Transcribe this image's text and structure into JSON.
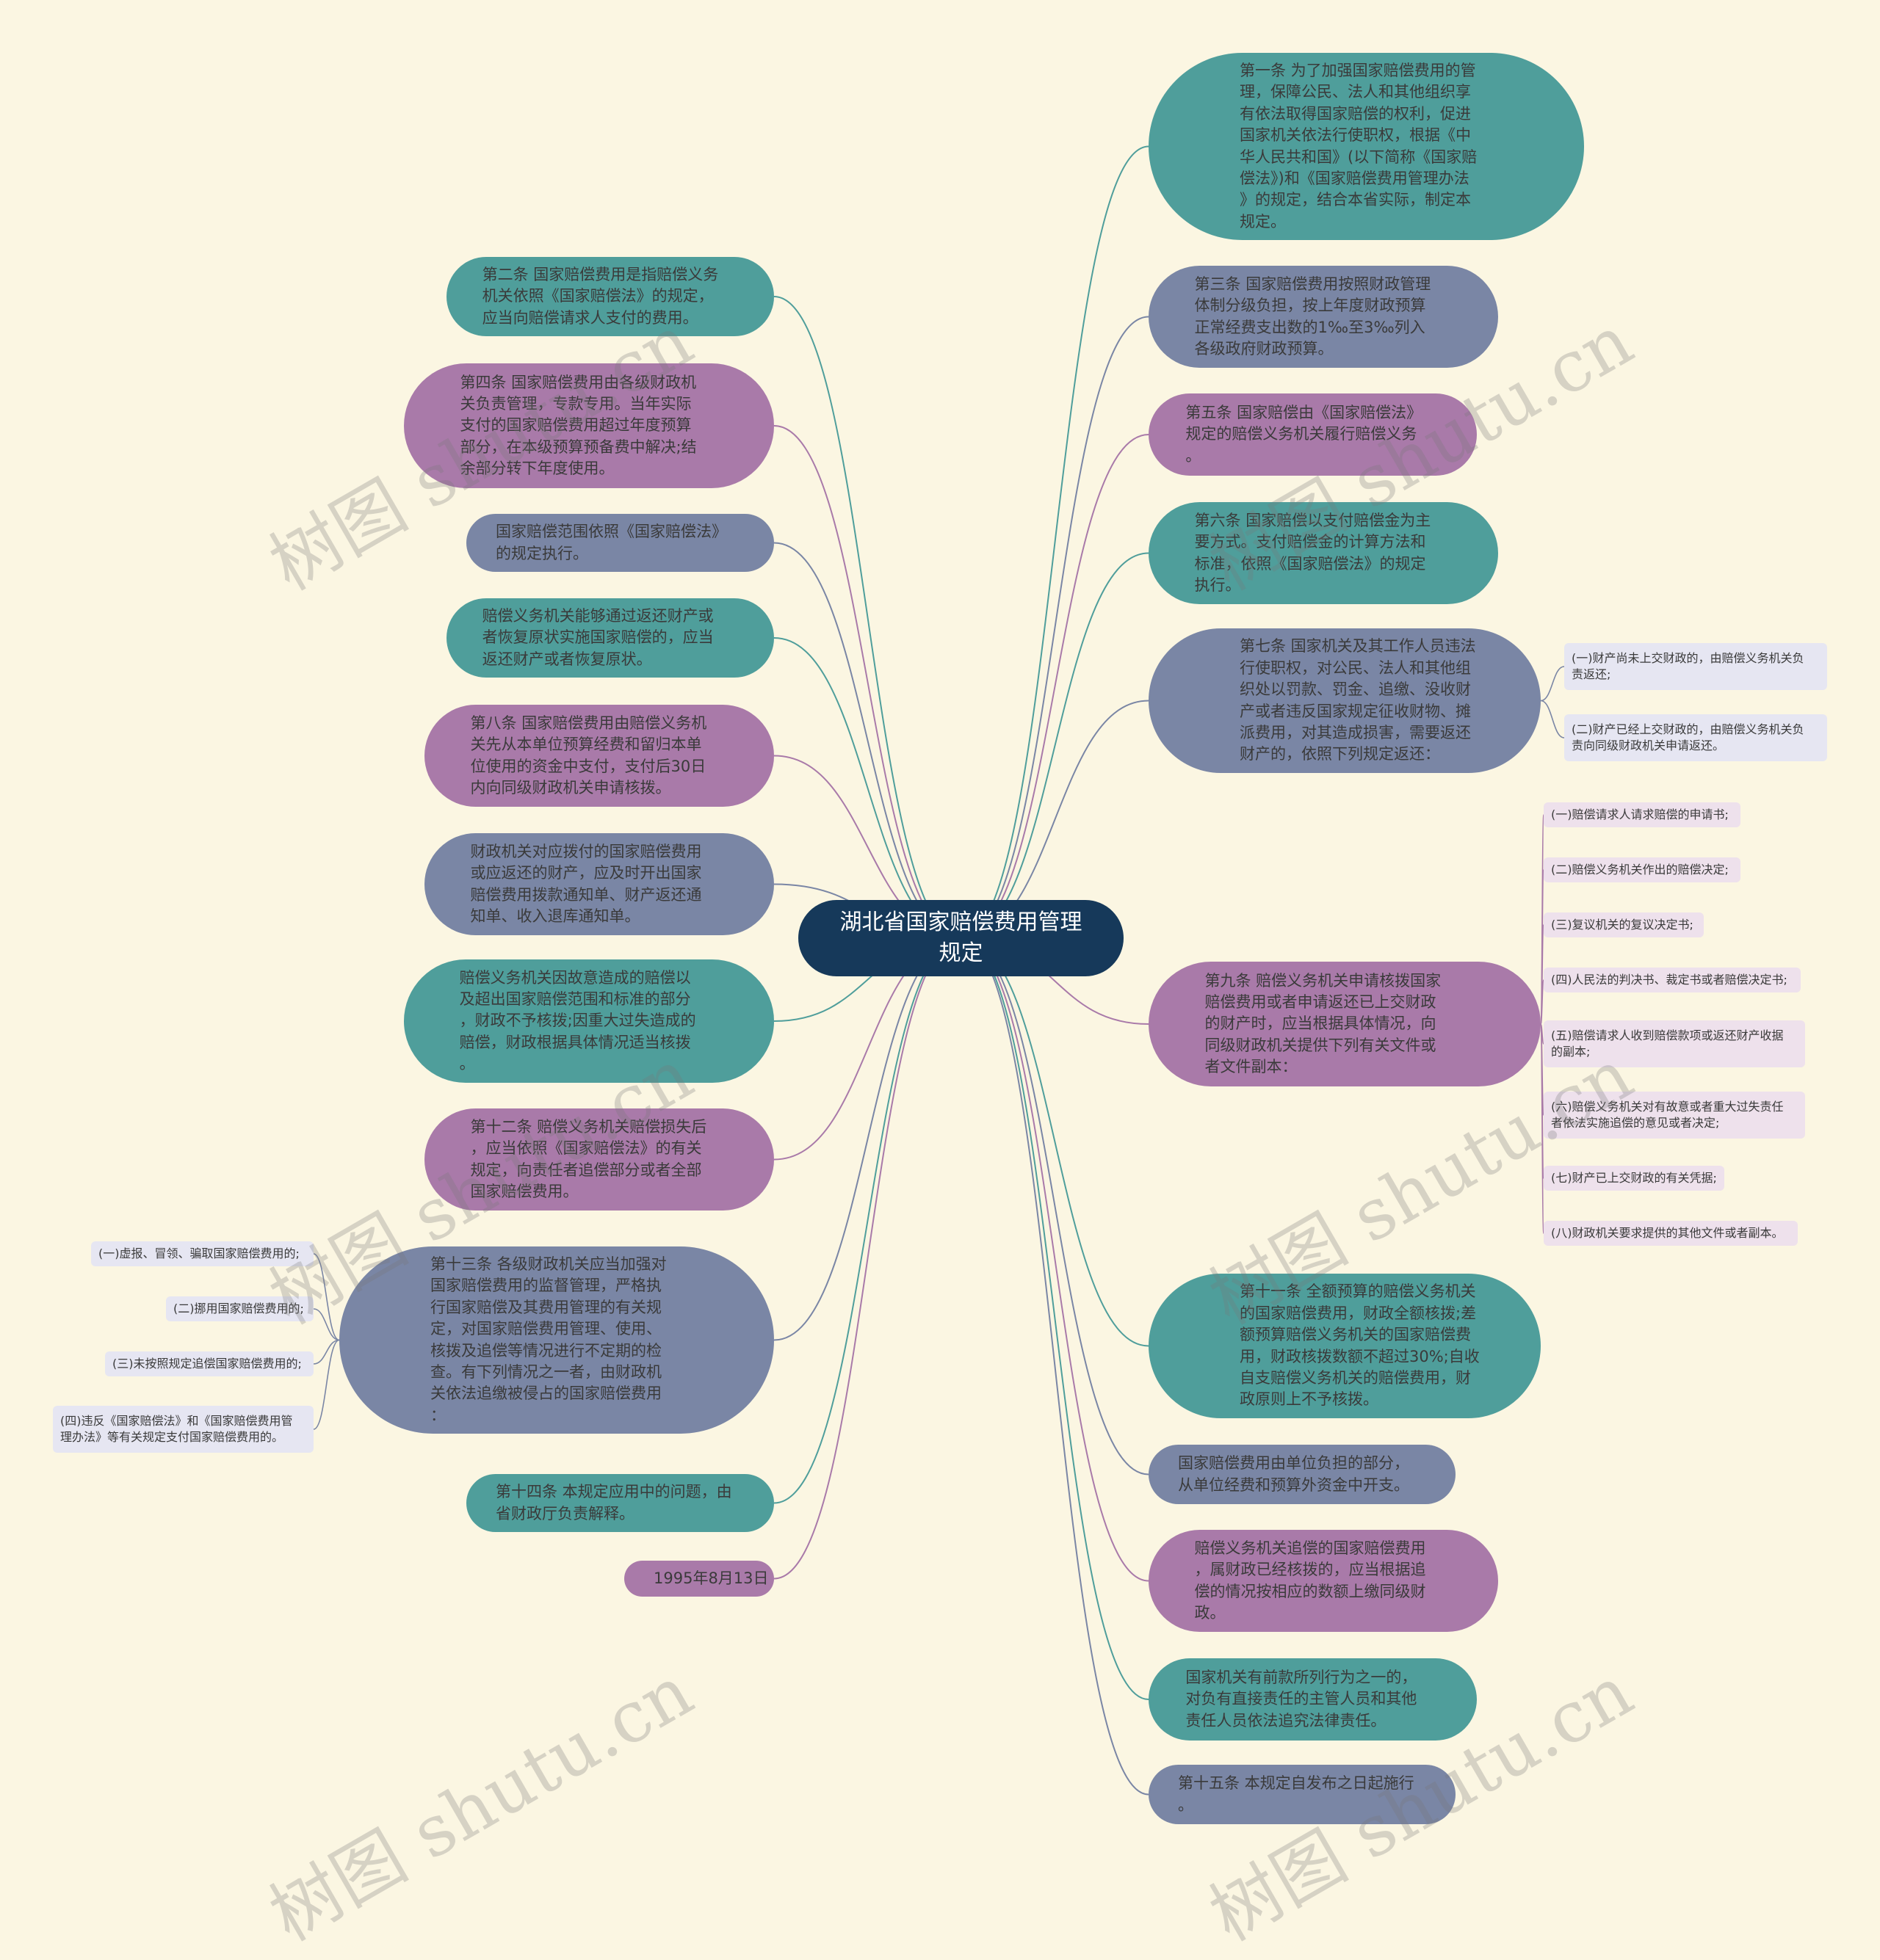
{
  "root": {
    "label": "湖北省国家赔偿费用管理\n规定"
  },
  "right_nodes": [
    {
      "label": "第一条 为了加强国家赔偿费用的管\n理，保障公民、法人和其他组织享\n有依法取得国家赔偿的权利，促进\n国家机关依法行使职权，根据《中\n华人民共和国》(以下简称《国家赔\n偿法》)和《国家赔偿费用管理办法\n》的规定，结合本省实际，制定本\n规定。",
      "color": "#4f9e9b"
    },
    {
      "label": "第三条 国家赔偿费用按照财政管理\n体制分级负担，按上年度财政预算\n正常经费支出数的1‰至3‰列入\n各级政府财政预算。",
      "color": "#7a86a5"
    },
    {
      "label": "第五条 国家赔偿由《国家赔偿法》\n规定的赔偿义务机关履行赔偿义务\n。",
      "color": "#a97aa9"
    },
    {
      "label": "第六条 国家赔偿以支付赔偿金为主\n要方式。支付赔偿金的计算方法和\n标准，依照《国家赔偿法》的规定\n执行。",
      "color": "#4f9e9b"
    },
    {
      "label": "第七条 国家机关及其工作人员违法\n行使职权，对公民、法人和其他组\n织处以罚款、罚金、追缴、没收财\n产或者违反国家规定征收财物、摊\n派费用，对其造成损害，需要返还\n财产的，依照下列规定返还：",
      "color": "#7a86a5"
    },
    {
      "label": "第九条 赔偿义务机关申请核拨国家\n赔偿费用或者申请返还已上交财政\n的财产时，应当根据具体情况，向\n同级财政机关提供下列有关文件或\n者文件副本：",
      "color": "#a97aa9"
    },
    {
      "label": "第十一条 全额预算的赔偿义务机关\n的国家赔偿费用，财政全额核拨;差\n额预算赔偿义务机关的国家赔偿费\n用，财政核拨数额不超过30%;自收\n自支赔偿义务机关的赔偿费用，财\n政原则上不予核拨。",
      "color": "#4f9e9b"
    },
    {
      "label": "国家赔偿费用由单位负担的部分，\n从单位经费和预算外资金中开支。",
      "color": "#7a86a5"
    },
    {
      "label": "赔偿义务机关追偿的国家赔偿费用\n，属财政已经核拨的，应当根据追\n偿的情况按相应的数额上缴同级财\n政。",
      "color": "#a97aa9"
    },
    {
      "label": "国家机关有前款所列行为之一的，\n对负有直接责任的主管人员和其他\n责任人员依法追究法律责任。",
      "color": "#4f9e9b"
    },
    {
      "label": "第十五条 本规定自发布之日起施行\n。",
      "color": "#7a86a5"
    }
  ],
  "left_nodes": [
    {
      "label": "第二条 国家赔偿费用是指赔偿义务\n机关依照《国家赔偿法》的规定，\n应当向赔偿请求人支付的费用。",
      "color": "#4f9e9b"
    },
    {
      "label": "第四条 国家赔偿费用由各级财政机\n关负责管理，专款专用。当年实际\n支付的国家赔偿费用超过年度预算\n部分，在本级预算预备费中解决;结\n余部分转下年度使用。",
      "color": "#a97aa9"
    },
    {
      "label": "国家赔偿范围依照《国家赔偿法》\n的规定执行。",
      "color": "#7a86a5"
    },
    {
      "label": "赔偿义务机关能够通过返还财产或\n者恢复原状实施国家赔偿的，应当\n返还财产或者恢复原状。",
      "color": "#4f9e9b"
    },
    {
      "label": "第八条 国家赔偿费用由赔偿义务机\n关先从本单位预算经费和留归本单\n位使用的资金中支付，支付后30日\n内向同级财政机关申请核拨。",
      "color": "#a97aa9"
    },
    {
      "label": "财政机关对应拨付的国家赔偿费用\n或应返还的财产，应及时开出国家\n赔偿费用拨款通知单、财产返还通\n知单、收入退库通知单。",
      "color": "#7a86a5"
    },
    {
      "label": "赔偿义务机关因故意造成的赔偿以\n及超出国家赔偿范围和标准的部分\n，财政不予核拨;因重大过失造成的\n赔偿，财政根据具体情况适当核拨\n。",
      "color": "#4f9e9b"
    },
    {
      "label": "第十二条 赔偿义务机关赔偿损失后\n，应当依照《国家赔偿法》的有关\n规定，向责任者追偿部分或者全部\n国家赔偿费用。",
      "color": "#a97aa9"
    },
    {
      "label": "第十三条 各级财政机关应当加强对\n国家赔偿费用的监督管理，严格执\n行国家赔偿及其费用管理的有关规\n定，对国家赔偿费用管理、使用、\n核拨及追偿等情况进行不定期的检\n查。有下列情况之一者，由财政机\n关依法追缴被侵占的国家赔偿费用\n：",
      "color": "#7a86a5"
    },
    {
      "label": "第十四条 本规定应用中的问题，由\n省财政厅负责解释。",
      "color": "#4f9e9b"
    },
    {
      "label": "1995年8月13日",
      "color": "#a97aa9"
    }
  ],
  "leaves_art7": [
    "(一)财产尚未上交财政的，由赔偿义务机关负\n责返还;",
    "(二)财产已经上交财政的，由赔偿义务机关负\n责向同级财政机关申请返还。"
  ],
  "leaves_art9": [
    "(一)赔偿请求人请求赔偿的申请书;",
    "(二)赔偿义务机关作出的赔偿决定;",
    "(三)复议机关的复议决定书;",
    "(四)人民法的判决书、裁定书或者赔偿决定书;",
    "(五)赔偿请求人收到赔偿款项或返还财产收据\n的副本;",
    "(六)赔偿义务机关对有故意或者重大过失责任\n者依法实施追偿的意见或者决定;",
    "(七)财产已上交财政的有关凭据;",
    "(八)财政机关要求提供的其他文件或者副本。"
  ],
  "leaves_art13": [
    "(一)虚报、冒领、骗取国家赔偿费用的;",
    "(二)挪用国家赔偿费用的;",
    "(三)未按照规定追偿国家赔偿费用的;",
    "(四)违反《国家赔偿法》和《国家赔偿费用管\n理办法》等有关规定支付国家赔偿费用的。"
  ],
  "watermarks": [
    "树图 shutu.cn",
    "树图 shutu.cn",
    "树图 shutu.cn",
    "树图 shutu.cn",
    "树图 shutu.cn",
    "树图 shutu.cn"
  ]
}
